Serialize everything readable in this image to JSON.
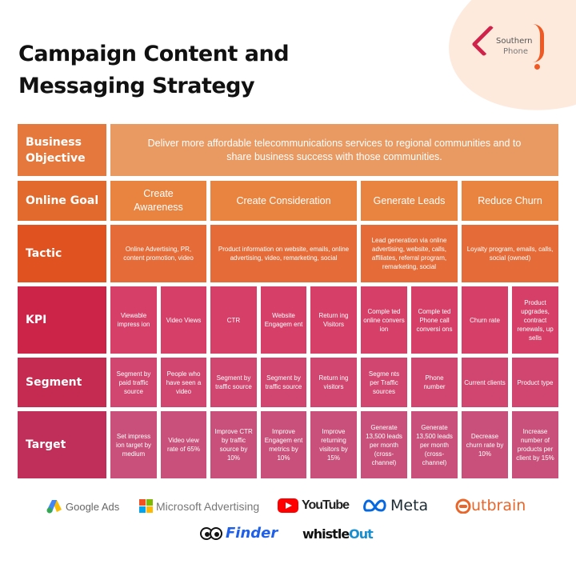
{
  "header": {
    "title_line1": "Campaign Content and",
    "title_line2": "Messaging Strategy",
    "logo": {
      "name_line1": "Southern",
      "name_line2": "Phone",
      "bracket_left_color": "#d0234c",
      "bracket_right_color": "#ef5a24"
    }
  },
  "colors": {
    "business_objective_label": "#e5793d",
    "business_objective_cell": "#e89a62",
    "online_goal_label": "#e26a2c",
    "online_goal_cell": "#e8843f",
    "tactic_label": "#e0521f",
    "tactic_cell": "#e56c38",
    "kpi_label": "#cc2449",
    "kpi_cell": "#d64068",
    "segment_label": "#c52a50",
    "segment_cell": "#d14670",
    "target_label": "#c02f5a",
    "target_cell": "#c9507a"
  },
  "table": {
    "rows": {
      "business_objective": {
        "label": "Business Objective",
        "text": "Deliver more affordable telecommunications services to regional communities and to share business success with those communities."
      },
      "online_goal": {
        "label": "Online Goal",
        "goals": [
          "Create Awareness",
          "Create Consideration",
          "Generate Leads",
          "Reduce Churn"
        ]
      },
      "tactic": {
        "label": "Tactic",
        "tactics": [
          "Online Advertising, PR, content promotion, video",
          "Product information on website, emails, online advertising, video, remarketing, social",
          "Lead generation via online advertising, website, calls, affiliates, referral program, remarketing, social",
          "Loyalty program, emails, calls, social (owned)"
        ]
      },
      "kpi": {
        "label": "KPI",
        "values": [
          "Viewable impress ion",
          "Video Views",
          "CTR",
          "Website Engagem ent",
          "Return ing Visitors",
          "Comple ted online convers ion",
          "Comple ted Phone call conversi ons",
          "Churn rate",
          "Product upgrades, contract renewals, up sells"
        ]
      },
      "segment": {
        "label": "Segment",
        "values": [
          "Segment by paid traffic source",
          "People who have seen a video",
          "Segment by traffic source",
          "Segment by traffic source",
          "Return ing visitors",
          "Segme nts per Traffic sources",
          "Phone number",
          "Current clients",
          "Product type"
        ]
      },
      "target": {
        "label": "Target",
        "values": [
          "Set impress ion target by medium",
          "Video view rate of 65%",
          "Improve CTR by traffic source by 10%",
          "Improve Engagem ent metrics by 10%",
          "Improve returning visitors by 15%",
          "Generate 13,500 leads per month (cross-channel)",
          "Generate 13,500 leads per month (cross-channel)",
          "Decrease churn rate by 10%",
          "Increase number of products per client by 15%"
        ]
      }
    }
  },
  "partners": [
    {
      "name": "Google Ads",
      "icon": "google-ads-icon"
    },
    {
      "name": "Microsoft Advertising",
      "icon": "microsoft-icon"
    },
    {
      "name": "YouTube",
      "icon": "youtube-play-icon"
    },
    {
      "name": "Meta",
      "icon": "meta-infinity-icon"
    },
    {
      "name": "utbrain",
      "icon": "outbrain-o-icon"
    },
    {
      "name": "Finder",
      "icon": "finder-eyes-icon"
    },
    {
      "name": "whistle",
      "name_accent": "Out",
      "icon": "none"
    }
  ]
}
